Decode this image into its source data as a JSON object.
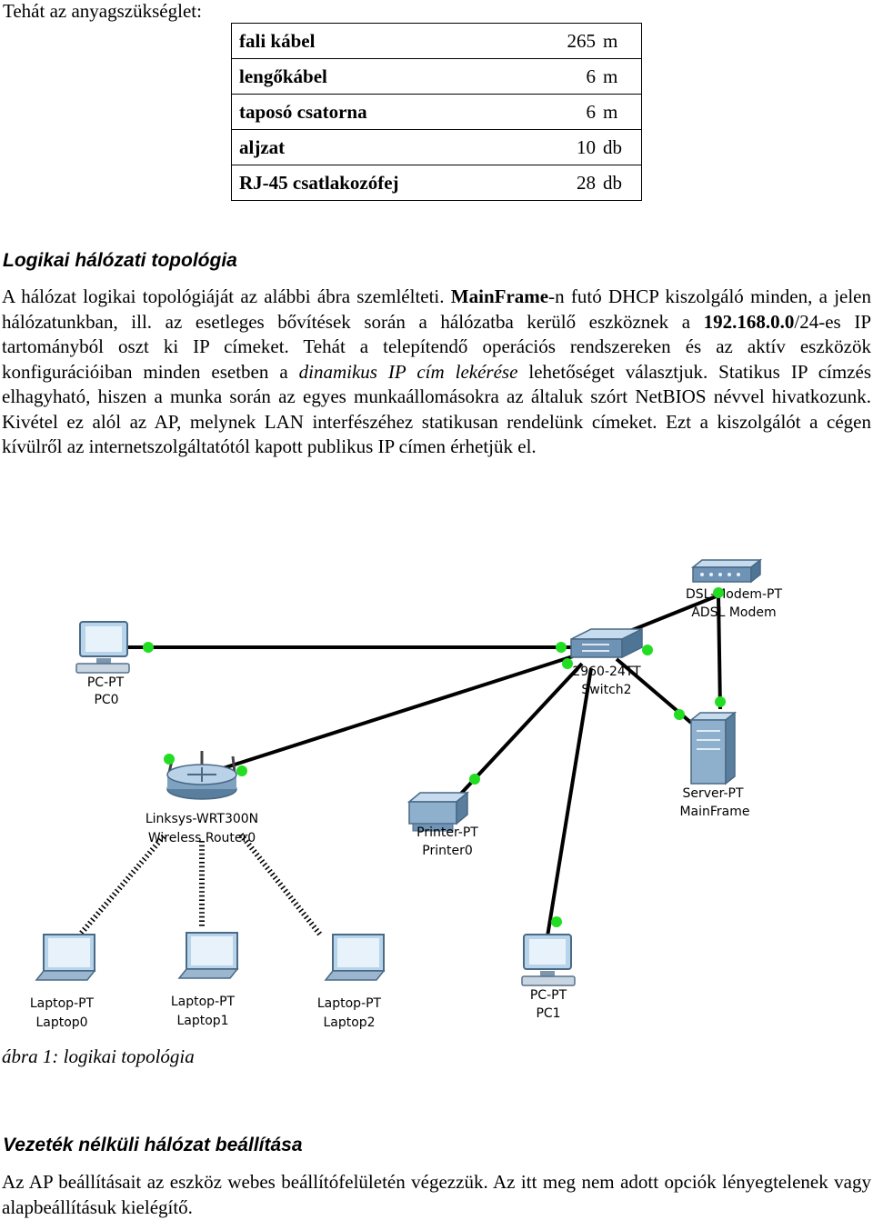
{
  "intro": "Tehát az anyagszükséglet:",
  "materials": [
    {
      "name": "fali kábel",
      "qty": "265",
      "unit": "m"
    },
    {
      "name": "lengőkábel",
      "qty": "6",
      "unit": "m"
    },
    {
      "name": "taposó csatorna",
      "qty": "6",
      "unit": "m"
    },
    {
      "name": "aljzat",
      "qty": "10",
      "unit": "db"
    },
    {
      "name": "RJ-45 csatlakozófej",
      "qty": "28",
      "unit": "db"
    }
  ],
  "section1": {
    "heading": "Logikai hálózati topológia",
    "p1": "A hálózat logikai topológiáját az alábbi ábra szemlélteti. ",
    "p_bold1": "MainFrame",
    "p2": "-n futó DHCP kiszolgáló minden, a jelen hálózatunkban, ill. az esetleges bővítések során a hálózatba kerülő eszköznek a ",
    "p_bold2": "192.168.0.0",
    "p3": "/24-es IP tartományból oszt ki IP címeket. Tehát a telepítendő operációs rendszereken és az aktív eszközök konfigurációiban minden esetben a ",
    "p_italic": "dinamikus IP cím lekérése",
    "p4": " lehetőséget választjuk. Statikus IP címzés elhagyható, hiszen a munka során az egyes munkaállomásokra az általuk szórt NetBIOS névvel hivatkozunk. Kivétel ez alól az AP, melynek LAN interfészéhez statikusan rendelünk címeket. Ezt a kiszolgálót a cégen kívülről az internetszolgáltatótól kapott publikus IP címen érhetjük el."
  },
  "diagram": {
    "devices": {
      "pc0": {
        "type": "PC-PT",
        "name": "PC0"
      },
      "switch": {
        "type": "2960-24TT",
        "name": "Switch2"
      },
      "modem": {
        "type": "DSL-Modem-PT",
        "name": "ADSL Modem"
      },
      "router": {
        "type": "Linksys-WRT300N",
        "name": "Wireless Router0"
      },
      "printer": {
        "type": "Printer-PT",
        "name": "Printer0"
      },
      "server": {
        "type": "Server-PT",
        "name": "MainFrame"
      },
      "laptop0": {
        "type": "Laptop-PT",
        "name": "Laptop0"
      },
      "laptop1": {
        "type": "Laptop-PT",
        "name": "Laptop1"
      },
      "laptop2": {
        "type": "Laptop-PT",
        "name": "Laptop2"
      },
      "pc1": {
        "type": "PC-PT",
        "name": "PC1"
      }
    },
    "link_color": "#000000",
    "port_color": "#22dd22"
  },
  "caption": "ábra 1: logikai topológia",
  "section2": {
    "heading": "Vezeték nélküli hálózat beállítása",
    "text": "Az AP beállításait az eszköz webes beállítófelületén végezzük. Az itt meg nem adott opciók lényegtelenek vagy alapbeállításuk kielégítő."
  }
}
